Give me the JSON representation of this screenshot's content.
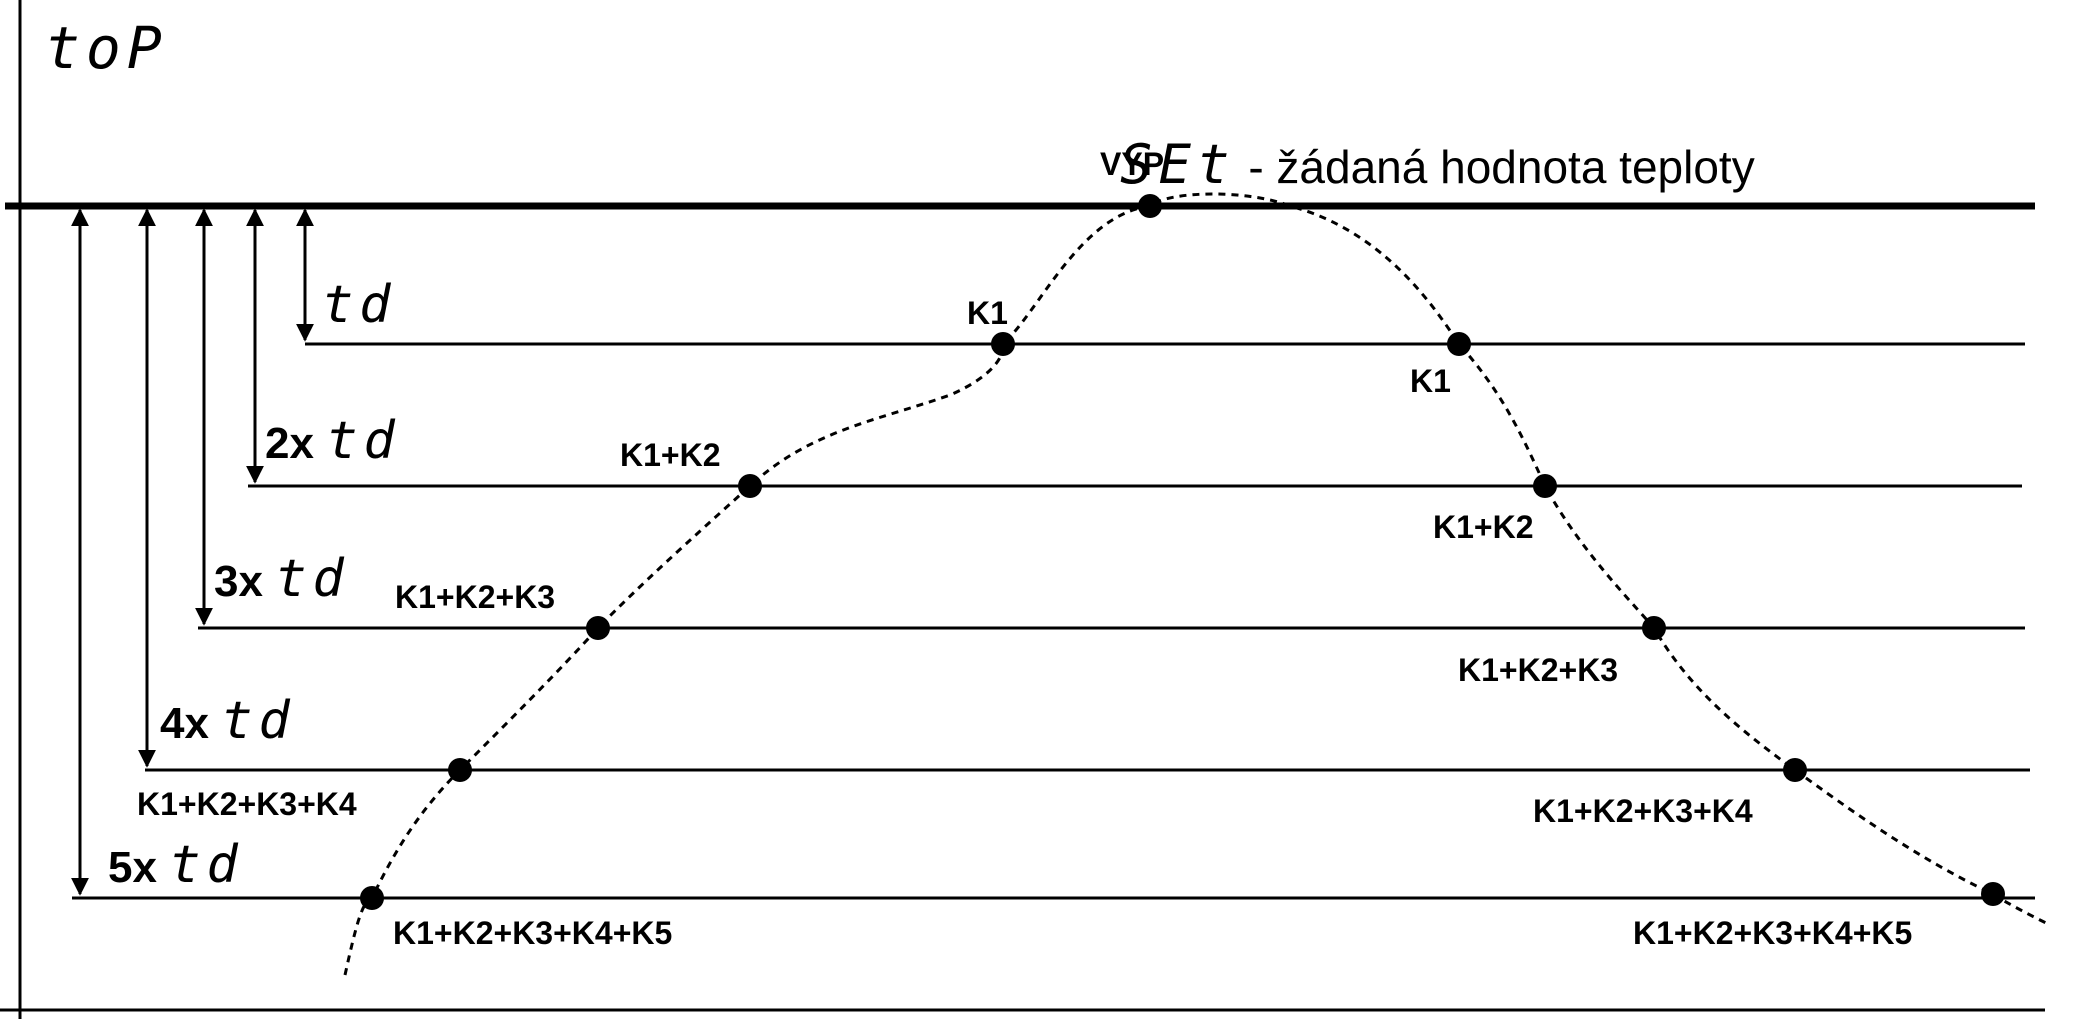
{
  "diagram": {
    "axis_label": "toP",
    "set_code": "SEt",
    "set_caption": " - žádaná hodnota teploty",
    "td_symbol": "td",
    "levels": [
      {
        "multiplier": "",
        "left_label": "K1",
        "right_label": "K1"
      },
      {
        "multiplier": "2x",
        "left_label": "K1+K2",
        "right_label": "K1+K2"
      },
      {
        "multiplier": "3x",
        "left_label": "K1+K2+K3",
        "right_label": "K1+K2+K3"
      },
      {
        "multiplier": "4x",
        "left_label": "K1+K2+K3+K4",
        "right_label": "K1+K2+K3+K4"
      },
      {
        "multiplier": "5x",
        "left_label": "K1+K2+K3+K4+K5",
        "right_label": "K1+K2+K3+K4+K5"
      }
    ],
    "peak_label": "VYP"
  }
}
